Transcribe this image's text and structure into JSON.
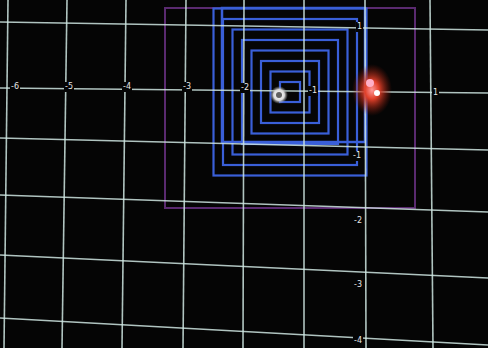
{
  "diagram": {
    "labels": [
      "-6",
      "-5",
      "-4",
      "-3",
      "-2",
      "-1",
      "1",
      "1",
      "-1",
      "-2",
      "-3",
      "-4"
    ]
  }
}
